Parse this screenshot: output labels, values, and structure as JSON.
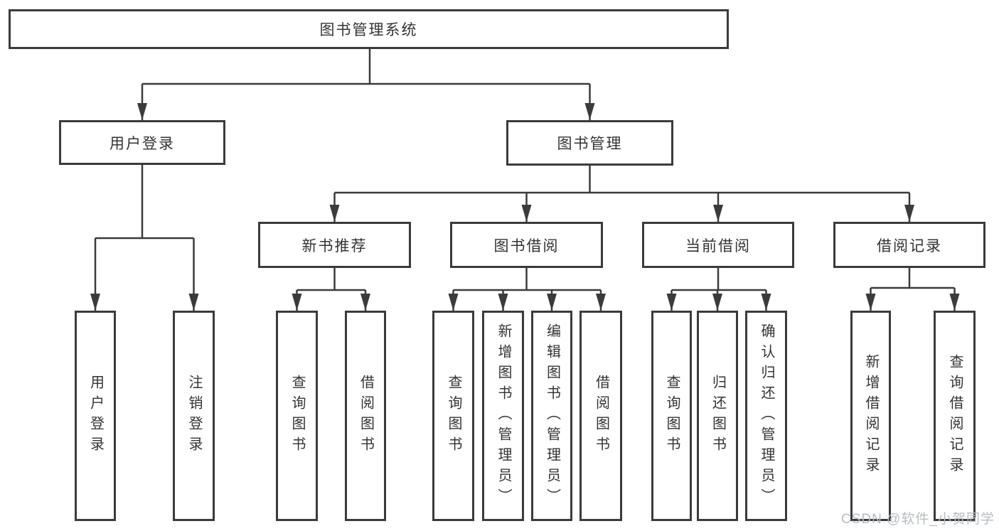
{
  "diagram": {
    "title": "图书管理系统",
    "level2": {
      "user_login": "用户登录",
      "book_management": "图书管理"
    },
    "level3": {
      "new_book_recommend": "新书推荐",
      "book_borrowing": "图书借阅",
      "current_borrowing": "当前借阅",
      "borrow_records": "借阅记录"
    },
    "leaves": {
      "user_login": "用户登录",
      "logout_login": "注销登录",
      "nb_query_books": "查询图书",
      "nb_borrow_books": "借阅图书",
      "bb_query_books": "查询图书",
      "bb_add_books_admin": "新增图书（管理员）",
      "bb_edit_books_admin": "编辑图书（管理员）",
      "bb_borrow_books": "借阅图书",
      "cb_query_books": "查询图书",
      "cb_return_books": "归还图书",
      "cb_confirm_return_admin": "确认归还（管理员）",
      "br_add_record": "新增借阅记录",
      "br_query_record": "查询借阅记录"
    }
  },
  "watermark": "CSDN @软件_小贺同学",
  "colors": {
    "line": "#3b3b3b",
    "text": "#333333",
    "watermark": "#b7bcc2",
    "background": "#ffffff"
  }
}
